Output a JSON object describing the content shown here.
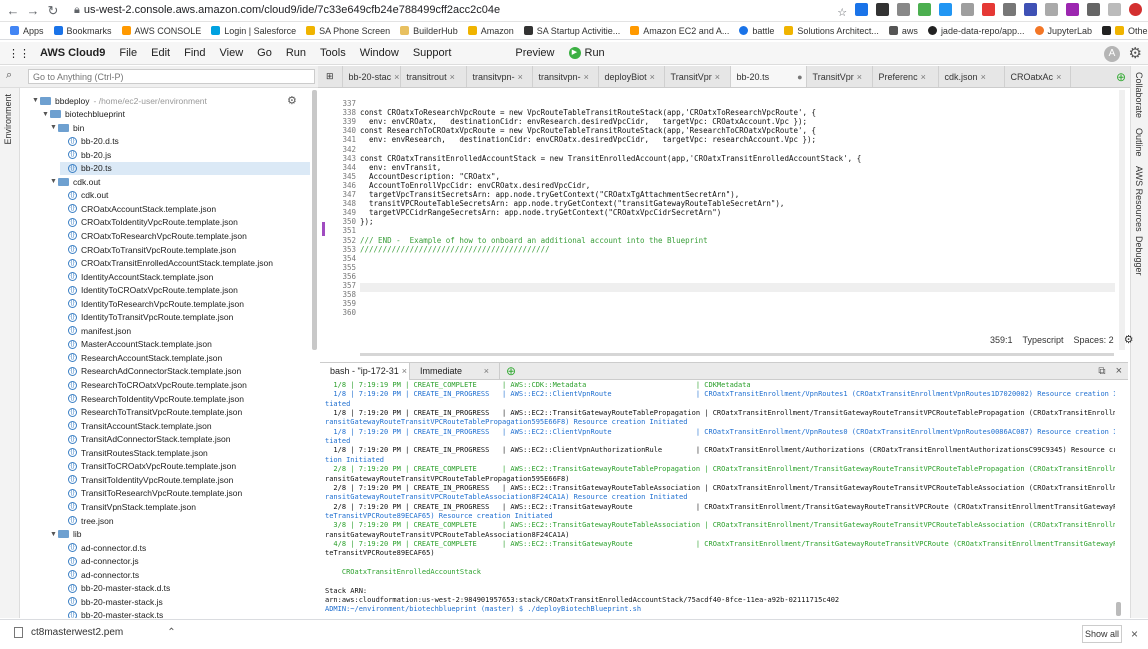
{
  "browser": {
    "url": "us-west-2.console.aws.amazon.com/cloud9/ide/7c33e649cfb24e788499cff2acc2c04e",
    "bookmarks": [
      "Apps",
      "Bookmarks",
      "AWS CONSOLE",
      "Login | Salesforce",
      "SA Phone Screen",
      "BuilderHub",
      "Amazon",
      "SA Startup Activitie...",
      "Amazon EC2 and A...",
      "battle",
      "Solutions Architect...",
      "aws",
      "jade-data-repo/app...",
      "JupyterLab"
    ],
    "other_bookmarks": "Other bookmarks"
  },
  "menubar": {
    "brand": "AWS Cloud9",
    "items": [
      "File",
      "Edit",
      "Find",
      "View",
      "Go",
      "Run",
      "Tools",
      "Window",
      "Support"
    ],
    "preview": "Preview",
    "run": "Run",
    "avatar": "A"
  },
  "goto": {
    "placeholder": "Go to Anything (Ctrl-P)"
  },
  "tabs": [
    "bb-20-stac",
    "transitrout",
    "transitvpn-",
    "transitvpn-",
    "deployBiot",
    "TransitVpr",
    "bb-20.ts",
    "TransitVpr",
    "Preferenc",
    "cdk.json",
    "CROatxAc"
  ],
  "left_strip": {
    "label": "Environment"
  },
  "right_strip": [
    "Collaborate",
    "Outline",
    "AWS Resources",
    "Debugger"
  ],
  "tree": {
    "root": "bbdeploy",
    "root_path": "- /home/ec2-user/environment",
    "items": [
      {
        "label": "biotechblueprint",
        "kind": "folder",
        "depth": 1
      },
      {
        "label": "bin",
        "kind": "folder",
        "depth": 2
      },
      {
        "label": "bb-20.d.ts",
        "kind": "file",
        "depth": 3
      },
      {
        "label": "bb-20.js",
        "kind": "file",
        "depth": 3
      },
      {
        "label": "bb-20.ts",
        "kind": "file",
        "depth": 3
      },
      {
        "label": "cdk.out",
        "kind": "folder",
        "depth": 2
      },
      {
        "label": "cdk.out",
        "kind": "file",
        "depth": 3
      },
      {
        "label": "CROatxAccountStack.template.json",
        "kind": "file",
        "depth": 3
      },
      {
        "label": "CROatxToIdentityVpcRoute.template.json",
        "kind": "file",
        "depth": 3
      },
      {
        "label": "CROatxToResearchVpcRoute.template.json",
        "kind": "file",
        "depth": 3
      },
      {
        "label": "CROatxToTransitVpcRoute.template.json",
        "kind": "file",
        "depth": 3
      },
      {
        "label": "CROatxTransitEnrolledAccountStack.template.json",
        "kind": "file",
        "depth": 3
      },
      {
        "label": "IdentityAccountStack.template.json",
        "kind": "file",
        "depth": 3
      },
      {
        "label": "IdentityToCROatxVpcRoute.template.json",
        "kind": "file",
        "depth": 3
      },
      {
        "label": "IdentityToResearchVpcRoute.template.json",
        "kind": "file",
        "depth": 3
      },
      {
        "label": "IdentityToTransitVpcRoute.template.json",
        "kind": "file",
        "depth": 3
      },
      {
        "label": "manifest.json",
        "kind": "file",
        "depth": 3
      },
      {
        "label": "MasterAccountStack.template.json",
        "kind": "file",
        "depth": 3
      },
      {
        "label": "ResearchAccountStack.template.json",
        "kind": "file",
        "depth": 3
      },
      {
        "label": "ResearchAdConnectorStack.template.json",
        "kind": "file",
        "depth": 3
      },
      {
        "label": "ResearchToCROatxVpcRoute.template.json",
        "kind": "file",
        "depth": 3
      },
      {
        "label": "ResearchToIdentityVpcRoute.template.json",
        "kind": "file",
        "depth": 3
      },
      {
        "label": "ResearchToTransitVpcRoute.template.json",
        "kind": "file",
        "depth": 3
      },
      {
        "label": "TransitAccountStack.template.json",
        "kind": "file",
        "depth": 3
      },
      {
        "label": "TransitAdConnectorStack.template.json",
        "kind": "file",
        "depth": 3
      },
      {
        "label": "TransitRoutesStack.template.json",
        "kind": "file",
        "depth": 3
      },
      {
        "label": "TransitToCROatxVpcRoute.template.json",
        "kind": "file",
        "depth": 3
      },
      {
        "label": "TransitToIdentityVpcRoute.template.json",
        "kind": "file",
        "depth": 3
      },
      {
        "label": "TransitToResearchVpcRoute.template.json",
        "kind": "file",
        "depth": 3
      },
      {
        "label": "TransitVpnStack.template.json",
        "kind": "file",
        "depth": 3
      },
      {
        "label": "tree.json",
        "kind": "file",
        "depth": 3
      },
      {
        "label": "lib",
        "kind": "folder",
        "depth": 2
      },
      {
        "label": "ad-connector.d.ts",
        "kind": "file",
        "depth": 3
      },
      {
        "label": "ad-connector.js",
        "kind": "file",
        "depth": 3
      },
      {
        "label": "ad-connector.ts",
        "kind": "file",
        "depth": 3
      },
      {
        "label": "bb-20-master-stack.d.ts",
        "kind": "file",
        "depth": 3
      },
      {
        "label": "bb-20-master-stack.js",
        "kind": "file",
        "depth": 3
      },
      {
        "label": "bb-20-master-stack.ts",
        "kind": "file",
        "depth": 3
      }
    ]
  },
  "editor": {
    "lines": [
      {
        "n": "337",
        "t": ""
      },
      {
        "n": "338",
        "t": "const CROatxToResearchVpcRoute = new VpcRouteTableTransitRouteStack(app,'CROatxToResearchVpcRoute', {"
      },
      {
        "n": "339",
        "t": "  env: envCROatx,   destinationCidr: envResearch.desiredVpcCidr,   targetVpc: CROatxAccount.Vpc });"
      },
      {
        "n": "340",
        "t": "const ResearchToCROatxVpcRoute = new VpcRouteTableTransitRouteStack(app,'ResearchToCROatxVpcRoute', {"
      },
      {
        "n": "341",
        "t": "  env: envResearch,   destinationCidr: envCROatx.desiredVpcCidr,   targetVpc: researchAccount.Vpc });"
      },
      {
        "n": "342",
        "t": ""
      },
      {
        "n": "343",
        "t": "const CROatxTransitEnrolledAccountStack = new TransitEnrolledAccount(app,'CROatxTransitEnrolledAccountStack', {"
      },
      {
        "n": "344",
        "t": "  env: envTransit,"
      },
      {
        "n": "345",
        "t": "  AccountDescription: \"CROatx\","
      },
      {
        "n": "346",
        "t": "  AccountToEnrollVpcCidr: envCROatx.desiredVpcCidr,"
      },
      {
        "n": "347",
        "t": "  targetVpcTransitSecretsArn: app.node.tryGetContext(\"CROatxTgAttachmentSecretArn\"),"
      },
      {
        "n": "348",
        "t": "  transitVPCRouteTableSecretsArn: app.node.tryGetContext(\"transitGatewayRouteTableSecretArn\"),"
      },
      {
        "n": "349",
        "t": "  targetVPCCidrRangeSecretsArn: app.node.tryGetContext(\"CROatxVpcCidrSecretArn\")"
      },
      {
        "n": "350",
        "t": "});"
      },
      {
        "n": "351",
        "t": ""
      },
      {
        "n": "352",
        "t": "/// END -  Example of how to onboard an additional account into the Blueprint"
      },
      {
        "n": "353",
        "t": "//////////////////////////////////////////"
      },
      {
        "n": "354",
        "t": ""
      },
      {
        "n": "355",
        "t": ""
      },
      {
        "n": "356",
        "t": ""
      },
      {
        "n": "357",
        "t": ""
      },
      {
        "n": "358",
        "t": ""
      },
      {
        "n": "359",
        "t": ""
      },
      {
        "n": "360",
        "t": ""
      }
    ],
    "status": {
      "position": "359:1",
      "language": "Typescript",
      "spaces": "Spaces: 2"
    }
  },
  "terminal": {
    "tabs": [
      "bash - \"ip-172-31",
      "Immediate"
    ],
    "lines": [
      "  1/8 | 7:19:19 PM | CREATE_COMPLETE      | AWS::CDK::Metadata                          | CDKMetadata",
      "  1/8 | 7:19:20 PM | CREATE_IN_PROGRESS   | AWS::EC2::ClientVpnRoute                    | CROatxTransitEnrollment/VpnRoutes1 (CROatxTransitEnrollmentVpnRoutes1D7020002) Resource creation Ini",
      "tiated",
      "  1/8 | 7:19:20 PM | CREATE_IN_PROGRESS   | AWS::EC2::TransitGatewayRouteTablePropagation | CROatxTransitEnrollment/TransitGatewayRouteTransitVPCRouteTablePropagation (CROatxTransitEnrollmentT",
      "ransitGatewayRouteTransitVPCRouteTablePropagation595E66F8) Resource creation Initiated",
      "  1/8 | 7:19:20 PM | CREATE_IN_PROGRESS   | AWS::EC2::ClientVpnRoute                    | CROatxTransitEnrollment/VpnRoutes0 (CROatxTransitEnrollmentVpnRoutes0086AC087) Resource creation Ini",
      "tiated",
      "  1/8 | 7:19:20 PM | CREATE_IN_PROGRESS   | AWS::EC2::ClientVpnAuthorizationRule        | CROatxTransitEnrollment/Authorizations (CROatxTransitEnrollmentAuthorizationsC99C9345) Resource crea",
      "tion Initiated",
      "  2/8 | 7:19:20 PM | CREATE_COMPLETE      | AWS::EC2::TransitGatewayRouteTablePropagation | CROatxTransitEnrollment/TransitGatewayRouteTransitVPCRouteTablePropagation (CROatxTransitEnrollmentT",
      "ransitGatewayRouteTransitVPCRouteTablePropagation595E66F8)",
      "  2/8 | 7:19:20 PM | CREATE_IN_PROGRESS   | AWS::EC2::TransitGatewayRouteTableAssociation | CROatxTransitEnrollment/TransitGatewayRouteTransitVPCRouteTableAssociation (CROatxTransitEnrollmentT",
      "ransitGatewayRouteTransitVPCRouteTableAssociation8F24CA1A) Resource creation Initiated",
      "  2/8 | 7:19:20 PM | CREATE_IN_PROGRESS   | AWS::EC2::TransitGatewayRoute               | CROatxTransitEnrollment/TransitGatewayRouteTransitVPCRoute (CROatxTransitEnrollmentTransitGatewayRou",
      "teTransitVPCRoute89ECAF65) Resource creation Initiated",
      "  3/8 | 7:19:20 PM | CREATE_COMPLETE      | AWS::EC2::TransitGatewayRouteTableAssociation | CROatxTransitEnrollment/TransitGatewayRouteTransitVPCRouteTableAssociation (CROatxTransitEnrollmentT",
      "ransitGatewayRouteTransitVPCRouteTableAssociation8F24CA1A)",
      "  4/8 | 7:19:20 PM | CREATE_COMPLETE      | AWS::EC2::TransitGatewayRoute               | CROatxTransitEnrollment/TransitGatewayRouteTransitVPCRoute (CROatxTransitEnrollmentTransitGatewayRou",
      "teTransitVPCRoute89ECAF65)",
      "",
      "    CROatxTransitEnrolledAccountStack",
      "",
      "Stack ARN:",
      "arn:aws:cloudformation:us-west-2:984901957653:stack/CROatxTransitEnrolledAccountStack/75acdf40-8fce-11ea-a92b-02111715c402",
      "ADMIN:~/environment/biotechblueprint (master) $ ./deployBiotechBlueprint.sh "
    ]
  },
  "downloads": {
    "file": "ct8masterwest2.pem",
    "show_all": "Show all"
  },
  "colors": {
    "green": "#2ca02c",
    "blue": "#1f6fd0",
    "purple": "#a04cc0"
  }
}
